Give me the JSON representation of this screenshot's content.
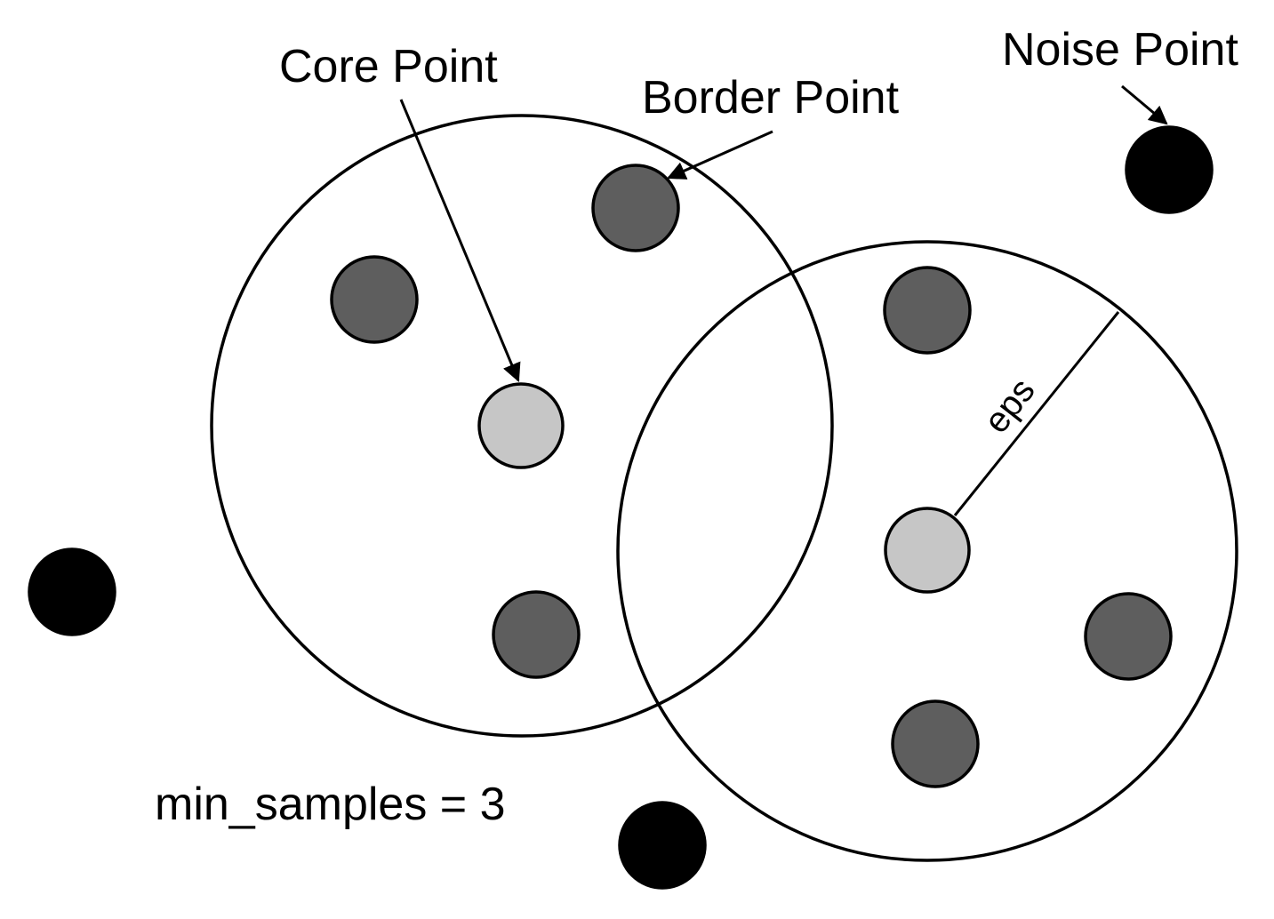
{
  "labels": {
    "core_point": "Core Point",
    "border_point": "Border Point",
    "noise_point": "Noise Point",
    "eps": "eps",
    "min_samples": "min_samples = 3"
  },
  "colors": {
    "core_point": "#c6c6c6",
    "border_point": "#5e5e5e",
    "noise_point": "#000000",
    "outline": "#000000",
    "background": "#ffffff"
  }
}
